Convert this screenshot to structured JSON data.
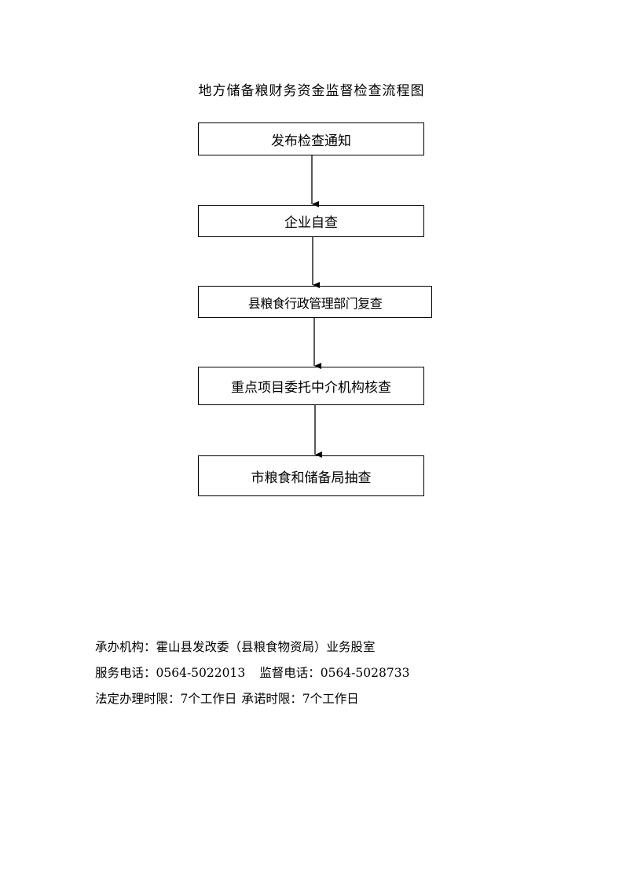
{
  "title": "地方储备粮财务资金监督检查流程图",
  "flow": {
    "steps": [
      "发布检查通知",
      "企业自查",
      "县粮食行政管理部门复查",
      "重点项目委托中介机构核查",
      "市粮食和储备局抽查"
    ]
  },
  "footer": {
    "organizer": "承办机构：霍山县发改委（县粮食物资局）业务股室",
    "service_phone": "服务电话：0564-5022013",
    "supervision_phone": "监督电话：0564-5028733",
    "legal_limit": "法定办理时限：7个工作日",
    "promised_limit": "承诺时限：7个工作日"
  }
}
